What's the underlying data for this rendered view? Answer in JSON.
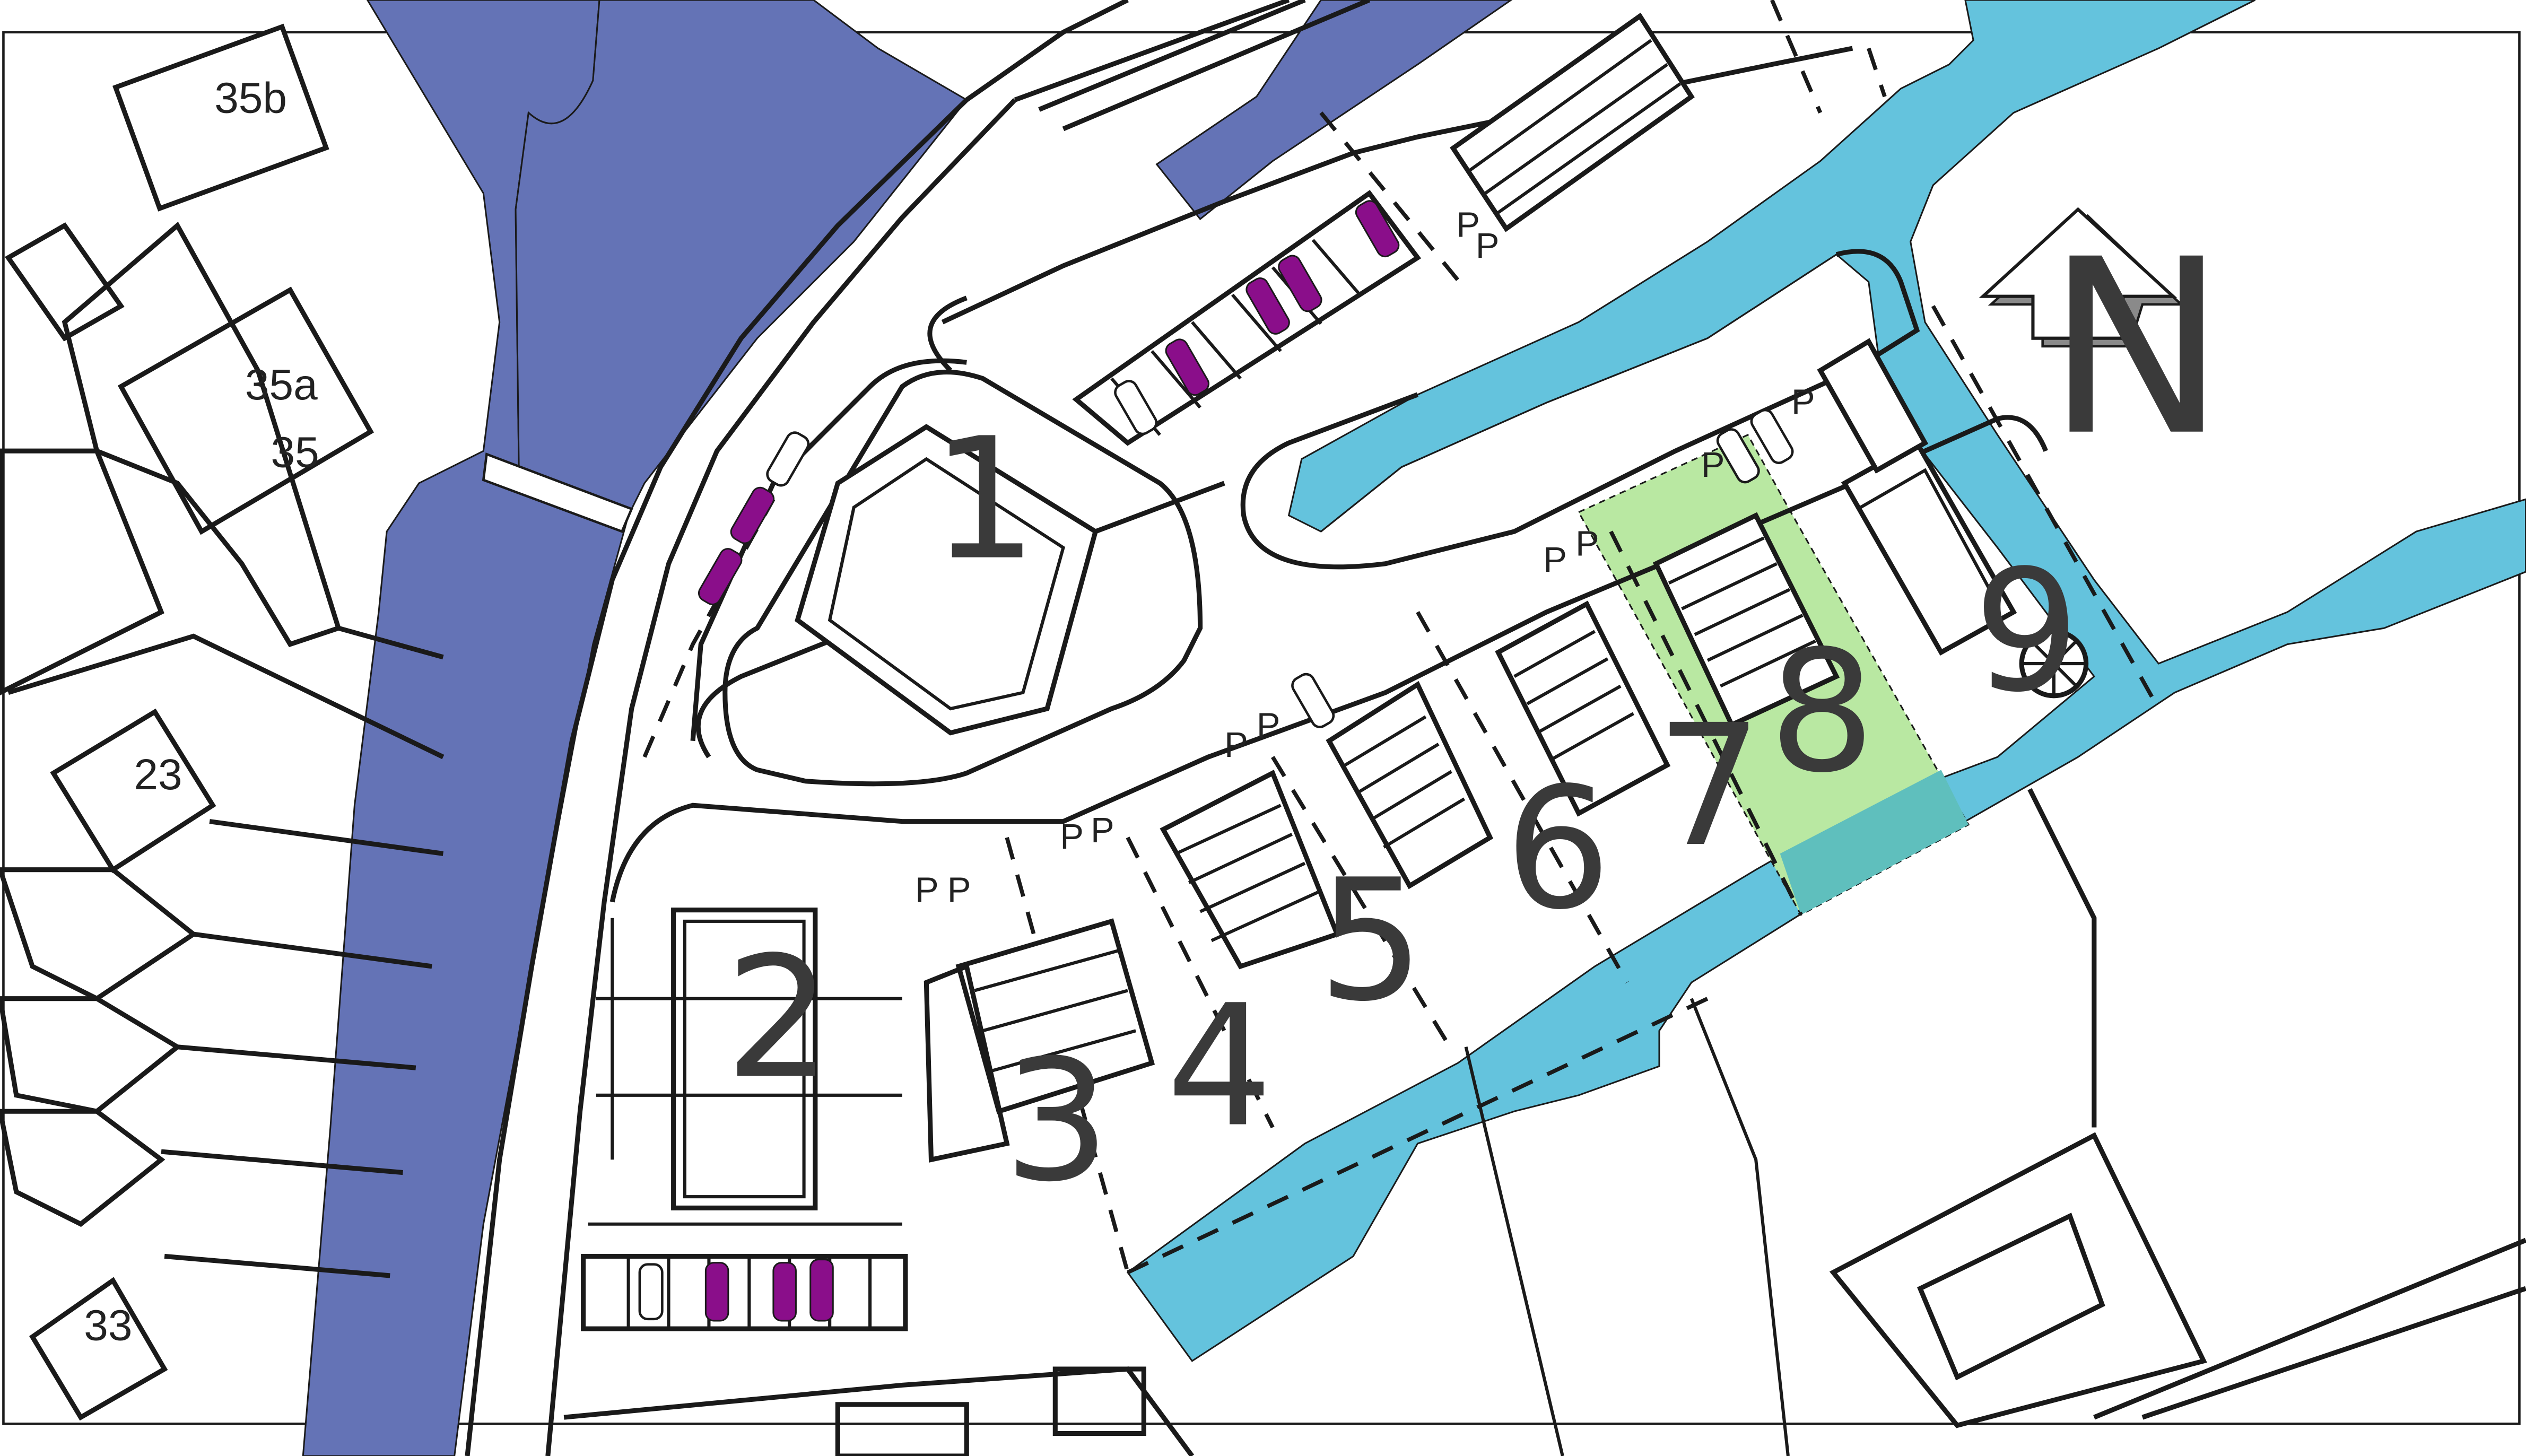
{
  "map": {
    "colors": {
      "canal_dark": "#6473b6",
      "canal_light": "#64c3dd",
      "plot_highlight": "#b9e8a2",
      "overlap": "#5fbfbd",
      "car": "#8a0e8a",
      "line": "#1a1a1a"
    },
    "plots": [
      {
        "id": "1",
        "label": "1"
      },
      {
        "id": "2",
        "label": "2"
      },
      {
        "id": "3",
        "label": "3"
      },
      {
        "id": "4",
        "label": "4"
      },
      {
        "id": "5",
        "label": "5"
      },
      {
        "id": "6",
        "label": "6"
      },
      {
        "id": "7",
        "label": "7"
      },
      {
        "id": "8",
        "label": "8"
      },
      {
        "id": "9",
        "label": "9"
      }
    ],
    "house_numbers": [
      "35b",
      "35a",
      "35",
      "23",
      "33"
    ],
    "parking_label": "P",
    "north_arrow": {
      "label": "N",
      "icon": "north-arrow-icon"
    }
  }
}
